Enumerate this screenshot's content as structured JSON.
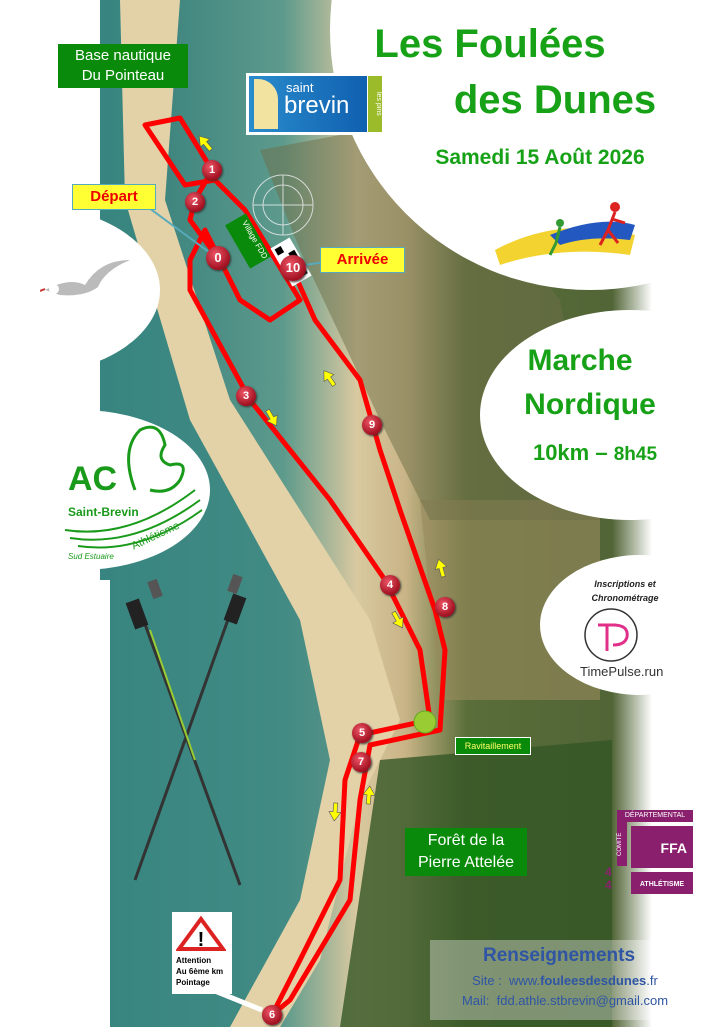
{
  "title": {
    "line1": "Les Foulées",
    "line2": "des Dunes",
    "date": "Samedi 15 Août 2026"
  },
  "event": {
    "line1": "Marche",
    "line2": "Nordique",
    "distance": "10km",
    "separator": "–",
    "time": "8h45"
  },
  "labels": {
    "base_nautique_1": "Base nautique",
    "base_nautique_2": "Du Pointeau",
    "depart": "Départ",
    "arrivee": "Arrivée",
    "village_1": "Village",
    "village_2": "FDD",
    "ravitaillement": "Ravitaillement",
    "foret_1": "Forêt de la",
    "foret_2": "Pierre Attelée",
    "attention_1": "Attention",
    "attention_2": "Au 6ème km",
    "attention_3": "Pointage"
  },
  "markers": [
    "0",
    "1",
    "2",
    "3",
    "4",
    "5",
    "6",
    "7",
    "8",
    "9",
    "10"
  ],
  "logos": {
    "saint_brevin_1": "saint",
    "saint_brevin_2": "brevin",
    "saint_brevin_3": "les pins",
    "ac_1": "AC",
    "ac_2": "Saint-Brevin",
    "ac_3": "Sud Estuaire",
    "ac_4": "Athlétisme",
    "inscriptions_1": "Inscriptions et",
    "inscriptions_2": "Chronométrage",
    "timepulse": "TimePulse.run",
    "ffa_1": "DÉPARTEMENTAL",
    "ffa_2": "COMITÉ",
    "ffa_3": "FFA",
    "ffa_4": "ATHLÉTISME",
    "ffa_5": "44"
  },
  "contact": {
    "heading": "Renseignements",
    "site_label": "Site :",
    "site_pre": "www.",
    "site_bold": "fouleesdesdunes",
    "site_post": ".fr",
    "mail_label": "Mail:",
    "mail": "fdd.athle.stbrevin@gmail.com"
  },
  "colors": {
    "title_green": "#16a116",
    "route_red": "#ff0000",
    "arrow_yellow": "#ffff00",
    "contact_blue": "#2f55a4"
  }
}
